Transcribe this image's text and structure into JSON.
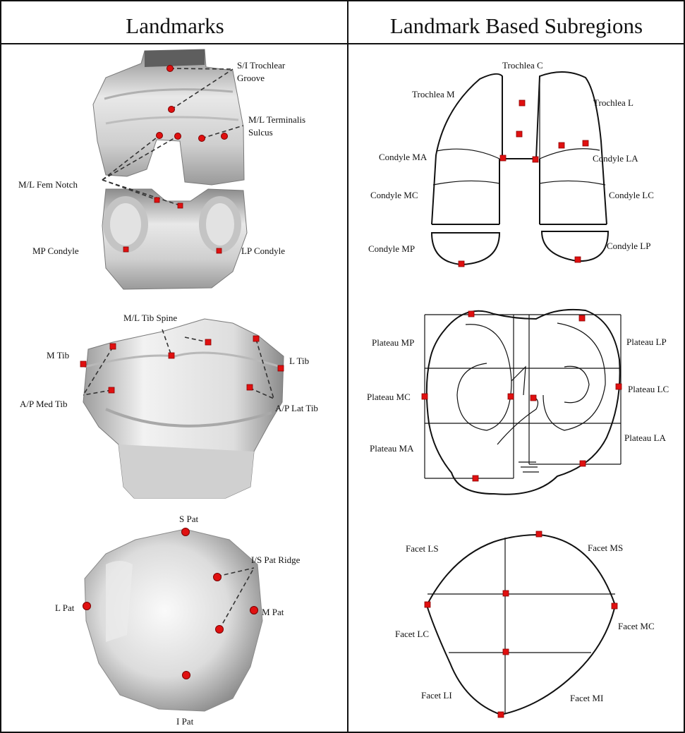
{
  "headers": {
    "left": "Landmarks",
    "right": "Landmark Based Subregions"
  },
  "landmarks": {
    "femur": {
      "trochlear_groove_1": "S/I Trochlear",
      "trochlear_groove_2": "Groove",
      "terminalis_sulcus_1": "M/L Terminalis",
      "terminalis_sulcus_2": "Sulcus",
      "fem_notch": "M/L Fem Notch",
      "mp_condyle": "MP Condyle",
      "lp_condyle": "LP Condyle"
    },
    "tibia": {
      "tib_spine": "M/L Tib Spine",
      "m_tib": "M Tib",
      "l_tib": "L Tib",
      "ap_med_tib": "A/P Med Tib",
      "ap_lat_tib": "A/P Lat Tib"
    },
    "patella": {
      "s_pat": "S Pat",
      "is_pat_ridge": "I/S Pat Ridge",
      "l_pat": "L Pat",
      "m_pat": "M Pat",
      "i_pat": "I Pat"
    }
  },
  "subregions": {
    "femur": {
      "trochlea_c": "Trochlea C",
      "trochlea_m": "Trochlea M",
      "trochlea_l": "Trochlea L",
      "condyle_ma": "Condyle MA",
      "condyle_la": "Condyle LA",
      "condyle_mc": "Condyle MC",
      "condyle_lc": "Condyle LC",
      "condyle_mp": "Condyle MP",
      "condyle_lp": "Condyle LP"
    },
    "tibia": {
      "plateau_mp": "Plateau MP",
      "plateau_lp": "Plateau LP",
      "plateau_mc": "Plateau MC",
      "plateau_lc": "Plateau LC",
      "plateau_ma": "Plateau MA",
      "plateau_la": "Plateau LA"
    },
    "patella": {
      "facet_ls": "Facet LS",
      "facet_ms": "Facet MS",
      "facet_lc": "Facet LC",
      "facet_mc": "Facet MC",
      "facet_li": "Facet LI",
      "facet_mi": "Facet MI"
    }
  },
  "colors": {
    "marker": "#e01010",
    "border": "#111111"
  }
}
